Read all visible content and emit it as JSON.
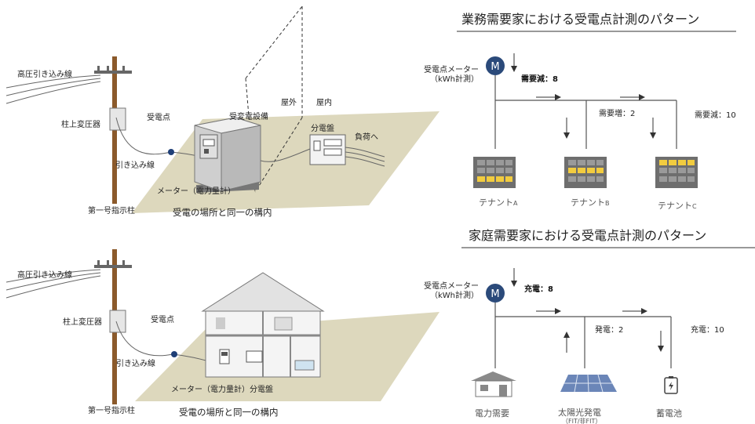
{
  "top_left": {
    "hv_line": "高圧引き込み線",
    "pole_transformer": "柱上変圧器",
    "service_line": "引き込み線",
    "first_pole": "第一号指示柱",
    "receiving_point": "受電点",
    "substation_equipment": "受変電設備",
    "outdoor": "屋外",
    "indoor": "屋内",
    "distribution_board": "分電盤",
    "to_load": "負荷へ",
    "meter": "メーター（電力量計）",
    "caption": "受電の場所と同一の構内"
  },
  "bottom_left": {
    "hv_line": "高圧引き込み線",
    "pole_transformer": "柱上変圧器",
    "receiving_point": "受電点",
    "service_line": "引き込み線",
    "meter_board": "メーター（電力量計）分電盤",
    "first_pole": "第一号指示柱",
    "caption": "受電の場所と同一の構内"
  },
  "top_right": {
    "title": "業務需要家における受電点計測のパターン",
    "meter_label_1": "受電点メーター",
    "meter_label_2": "（kWh計測）",
    "meter_symbol": "M",
    "demand_main": "需要減：8",
    "demand_b": "需要増：2",
    "demand_c": "需要減：10",
    "tenant_a": "テナント",
    "tenant_a_sub": "A",
    "tenant_b": "テナント",
    "tenant_b_sub": "B",
    "tenant_c": "テナント",
    "tenant_c_sub": "C"
  },
  "bottom_right": {
    "title": "家庭需要家における受電点計測のパターン",
    "meter_label_1": "受電点メーター",
    "meter_label_2": "（kWh計測）",
    "meter_symbol": "M",
    "charge_main": "充電：8",
    "generation": "発電：2",
    "charge_battery": "充電：10",
    "power_demand": "電力需要",
    "solar": "太陽光発電",
    "solar_sub": "（FIT/非FIT）",
    "battery": "蓄電池"
  },
  "colors": {
    "ground": "#ddd8bd",
    "meter_circle": "#2b4a7a",
    "window_lit": "#f2cc3f",
    "building": "#6e6e6e"
  }
}
